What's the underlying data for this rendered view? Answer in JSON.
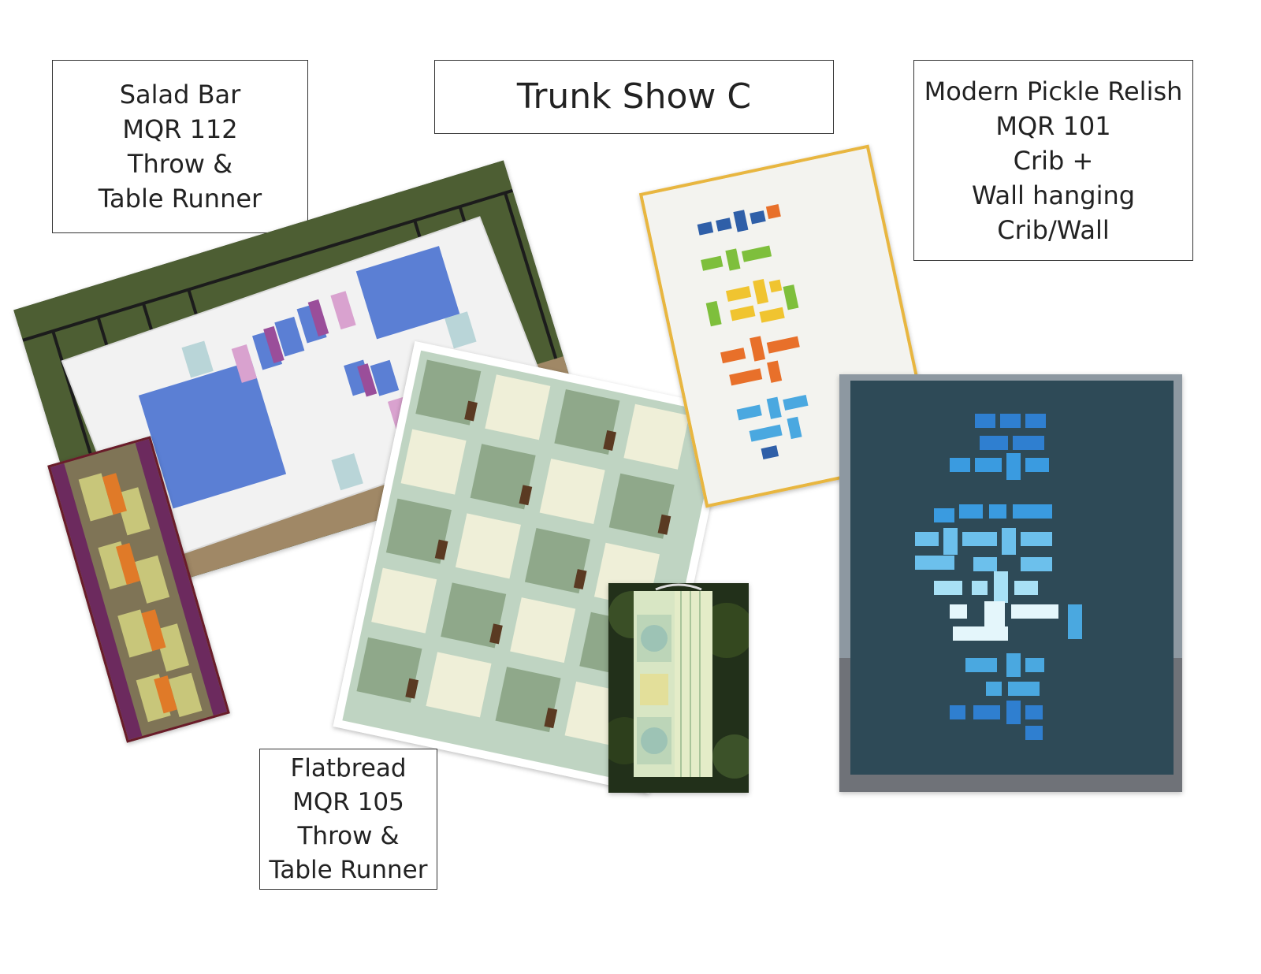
{
  "title": "Trunk Show C",
  "labels": {
    "salad_bar": [
      "Salad Bar",
      "MQR 112",
      "Throw &",
      "Table Runner"
    ],
    "pickle_relish": [
      "Modern Pickle Relish",
      "MQR 101",
      "Crib +",
      "Wall hanging",
      "Crib/Wall"
    ],
    "flatbread": [
      "Flatbread",
      "MQR 105",
      "Throw &",
      "Table Runner"
    ]
  },
  "colors": {
    "salad_blue": "#5b7fd4",
    "salad_purple": "#9a4e9a",
    "salad_pink": "#d9a2cf",
    "flatbread_green": "#8fa88a",
    "flatbread_cream": "#efefd8",
    "flatbread_brown": "#5a3a22",
    "relish_navy": "#2e4a57",
    "relish_sky": "#4aa8e0"
  }
}
